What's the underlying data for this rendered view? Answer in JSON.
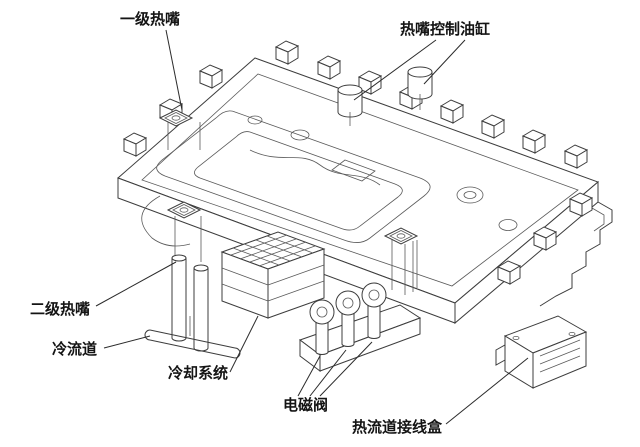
{
  "labels": {
    "primary_hot_nozzle": "一级热嘴",
    "hot_nozzle_control_cylinder": "热嘴控制油缸",
    "secondary_hot_nozzle": "二级热嘴",
    "cold_runner": "冷流道",
    "cooling_system": "冷却系统",
    "solenoid_valve": "电磁阀",
    "hot_runner_junction_box": "热流道接线盒"
  },
  "colors": {
    "background": "#ffffff",
    "line": "#3d3d3d",
    "text": "#141414"
  }
}
